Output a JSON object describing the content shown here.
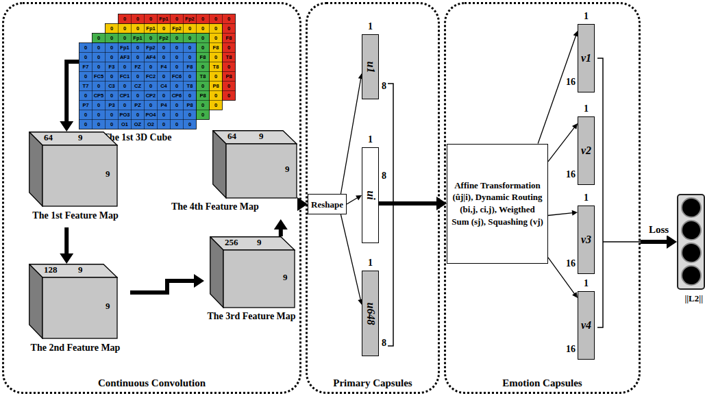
{
  "diagram": {
    "nodes": [
      {
        "text": [
          "Continuous Convolution"
        ]
      },
      {
        "text": [
          "The 1st 3D Cube"
        ],
        "in": 0
      },
      {
        "text": [
          "64",
          "9",
          "9",
          "The 1st Feature Map"
        ],
        "in": 0
      },
      {
        "text": [
          "128",
          "9",
          "9",
          "The 2nd Feature Map"
        ],
        "in": 0
      },
      {
        "text": [
          "256",
          "9",
          "9",
          "The 3rd Feature Map"
        ],
        "in": 0
      },
      {
        "text": [
          "64",
          "9",
          "9",
          "The 4th Feature Map"
        ],
        "in": 0
      },
      {
        "text": [
          "Primary Capsules"
        ]
      },
      {
        "text": [
          "Reshape"
        ],
        "in": 6
      },
      {
        "text": [
          "1",
          "u1",
          "8"
        ],
        "in": 6
      },
      {
        "text": [
          "1",
          "ui",
          "8"
        ],
        "in": 6
      },
      {
        "text": [
          "1",
          "u648",
          "8"
        ],
        "in": 6
      },
      {
        "text": [
          "Emotion Capsules"
        ]
      },
      {
        "text": [
          "Affine Transformation (ûj|i), Dynamic Routing (bi,j, ci,j), Weigthed Sum (sj), Squashing (vj)"
        ],
        "in": 11
      },
      {
        "text": [
          "1",
          "16",
          "v1"
        ],
        "in": 11
      },
      {
        "text": [
          "1",
          "16",
          "v2"
        ],
        "in": 11
      },
      {
        "text": [
          "1",
          "16",
          "v3"
        ],
        "in": 11
      },
      {
        "text": [
          "1",
          "16",
          "v4"
        ],
        "in": 11
      },
      {
        "text": [
          "||L2||"
        ]
      }
    ],
    "edges": [
      {
        "from": 1,
        "to": 2,
        "arrow": "to"
      },
      {
        "from": 2,
        "to": 3,
        "arrow": "to"
      },
      {
        "from": 3,
        "to": 4,
        "arrow": "to"
      },
      {
        "from": 4,
        "to": 5,
        "arrow": "to"
      },
      {
        "from": 5,
        "to": 7,
        "arrow": "to"
      },
      {
        "from": 7,
        "to": 8,
        "arrow": "to"
      },
      {
        "from": 7,
        "to": 9,
        "arrow": "to"
      },
      {
        "from": 7,
        "to": 10,
        "arrow": "to"
      },
      {
        "from": 9,
        "to": 12,
        "arrow": "to"
      },
      {
        "from": 12,
        "to": 13,
        "arrow": "to"
      },
      {
        "from": 12,
        "to": 14,
        "arrow": "to"
      },
      {
        "from": 12,
        "to": 15,
        "arrow": "to"
      },
      {
        "from": 12,
        "to": 16,
        "arrow": "to"
      },
      {
        "from": 11,
        "to": 17,
        "label": "Loss",
        "arrow": "to"
      }
    ],
    "labels": [
      "0",
      "0",
      "0",
      "Fp1",
      "0",
      "Fp2",
      "0",
      "0",
      "0",
      "0",
      "F8",
      "0",
      "T8",
      "0",
      "P8",
      "0",
      "0",
      "0",
      "0",
      "0",
      "Fp1",
      "0",
      "Fp2",
      "0",
      "0",
      "0",
      "0",
      "F8",
      "0",
      "T8",
      "0",
      "P8",
      "0",
      "0",
      "0",
      "0",
      "0",
      "Fp1",
      "0",
      "Fp2",
      "0",
      "0",
      "0",
      "0",
      "F8",
      "0",
      "T8",
      "0",
      "P8",
      "0",
      "0",
      "0",
      "0",
      "0",
      "Fp1",
      "0",
      "Fp2",
      "0",
      "0",
      "0",
      "0",
      "0",
      "0",
      "AF3",
      "0",
      "AF4",
      "0",
      "0",
      "0",
      "F7",
      "0",
      "F3",
      "0",
      "FZ",
      "0",
      "F4",
      "0",
      "F8",
      "0",
      "FC5",
      "0",
      "FC1",
      "0",
      "FC2",
      "0",
      "FC6",
      "0",
      "T7",
      "0",
      "C3",
      "0",
      "CZ",
      "0",
      "C4",
      "0",
      "T8",
      "0",
      "CP5",
      "0",
      "CP1",
      "0",
      "CP2",
      "0",
      "CP6",
      "0",
      "P7",
      "0",
      "P3",
      "0",
      "PZ",
      "0",
      "P4",
      "0",
      "P8",
      "0",
      "0",
      "0",
      "PO3",
      "0",
      "PO4",
      "0",
      "0",
      "0",
      "0",
      "0",
      "0",
      "O1",
      "OZ",
      "O2",
      "0",
      "0",
      "0"
    ]
  }
}
